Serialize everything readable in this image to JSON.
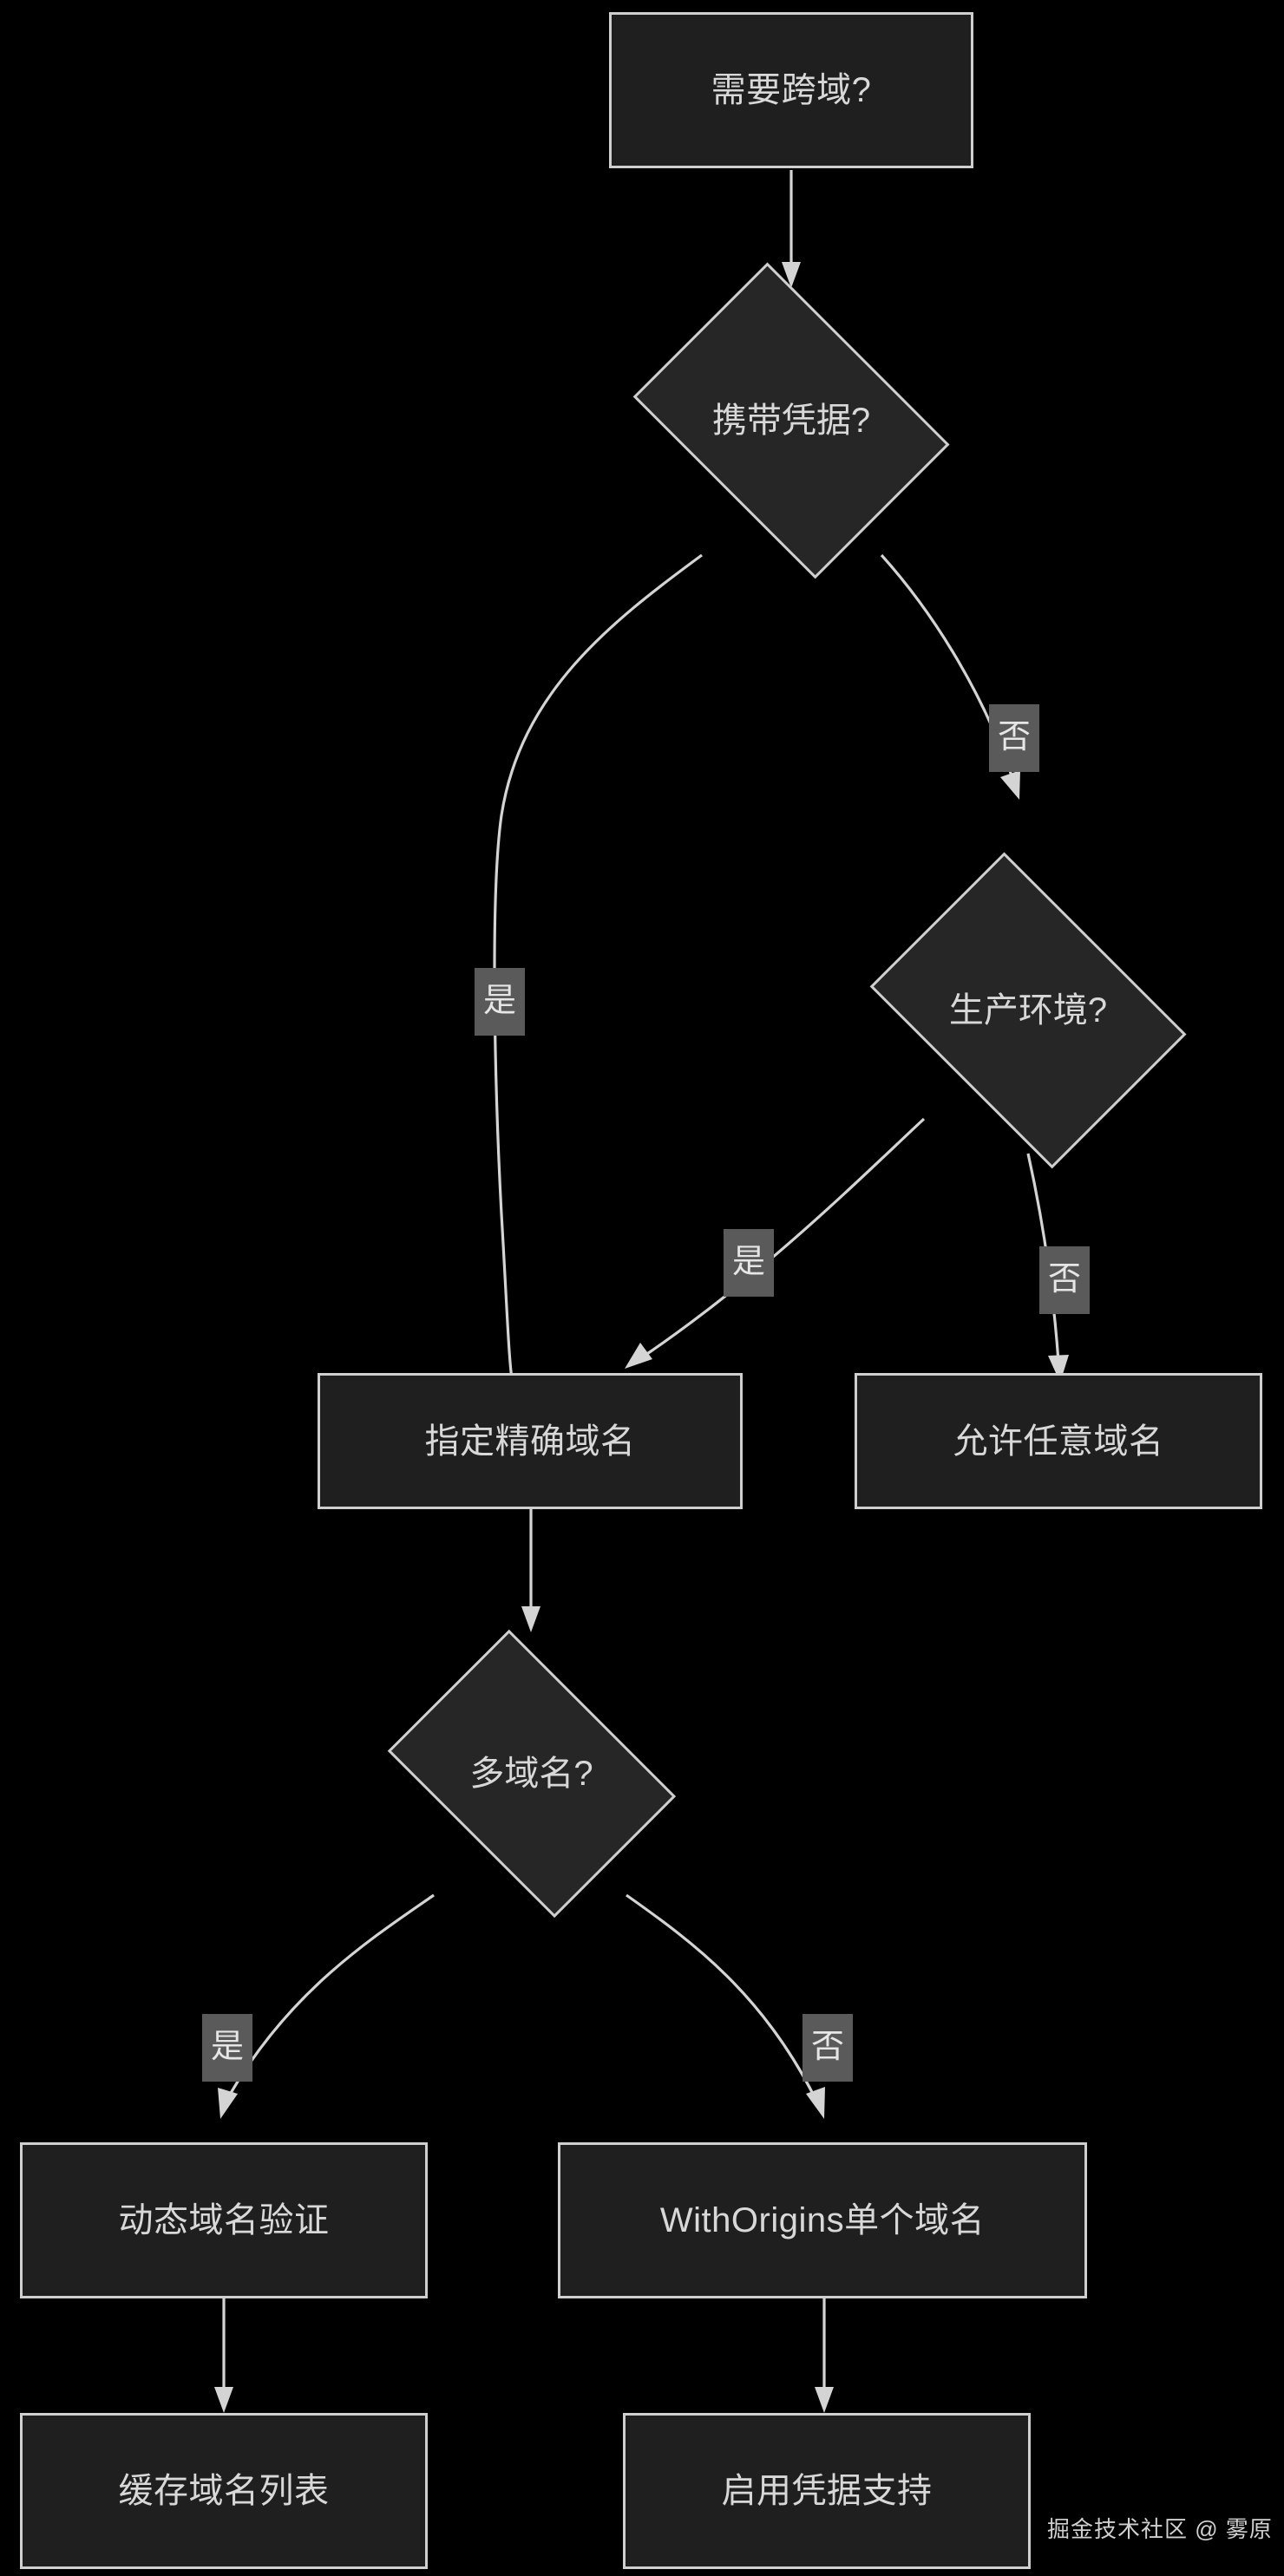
{
  "diagram": {
    "type": "flowchart",
    "direction": "top-down",
    "background_color": "#000000",
    "node_fill_color": "#1f1f1f",
    "node_border_color": "#cfcfcf",
    "node_text_color": "#d8d8d8",
    "edge_color": "#d4d4d4",
    "edge_label_background": "#5a5a5a",
    "nodes": [
      {
        "id": "n1",
        "shape": "rect",
        "label": "需要跨域?"
      },
      {
        "id": "n2",
        "shape": "diamond",
        "label": "携带凭据?"
      },
      {
        "id": "n3",
        "shape": "diamond",
        "label": "生产环境?"
      },
      {
        "id": "n4",
        "shape": "rect",
        "label": "指定精确域名"
      },
      {
        "id": "n5",
        "shape": "rect",
        "label": "允许任意域名"
      },
      {
        "id": "n6",
        "shape": "diamond",
        "label": "多域名?"
      },
      {
        "id": "n7",
        "shape": "rect",
        "label": "动态域名验证"
      },
      {
        "id": "n8",
        "shape": "rect",
        "label": "WithOrigins单个域名"
      },
      {
        "id": "n9",
        "shape": "rect",
        "label": "缓存域名列表"
      },
      {
        "id": "n10",
        "shape": "rect",
        "label": "启用凭据支持"
      }
    ],
    "edges": [
      {
        "from": "n1",
        "to": "n2",
        "label": ""
      },
      {
        "from": "n2",
        "to": "n4",
        "label": "是"
      },
      {
        "from": "n2",
        "to": "n3",
        "label": "否"
      },
      {
        "from": "n3",
        "to": "n4",
        "label": "是"
      },
      {
        "from": "n3",
        "to": "n5",
        "label": "否"
      },
      {
        "from": "n4",
        "to": "n6",
        "label": ""
      },
      {
        "from": "n6",
        "to": "n7",
        "label": "是"
      },
      {
        "from": "n6",
        "to": "n8",
        "label": "否"
      },
      {
        "from": "n7",
        "to": "n9",
        "label": ""
      },
      {
        "from": "n8",
        "to": "n10",
        "label": ""
      }
    ]
  },
  "watermark": {
    "text": "掘金技术社区 @ 雾原"
  }
}
